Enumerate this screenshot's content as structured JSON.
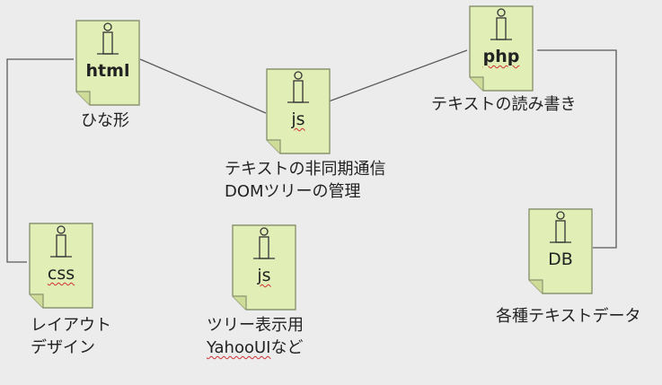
{
  "nodes": {
    "html": {
      "label": "html",
      "caption": [
        "ひな形"
      ]
    },
    "css": {
      "label": "css",
      "caption": [
        "レイアウト",
        "デザイン"
      ]
    },
    "js_main": {
      "label": "js",
      "caption": [
        "テキストの非同期通信",
        "DOMツリーの管理"
      ]
    },
    "js_ui": {
      "label": "js",
      "caption_line1": "ツリー表示用",
      "caption_line2_a": "YahooUI",
      "caption_line2_b": "など"
    },
    "php": {
      "label": "php",
      "caption": [
        "テキストの読み書き"
      ]
    },
    "db": {
      "label": "DB",
      "caption": [
        "各種テキストデータ"
      ]
    }
  },
  "colors": {
    "page_fill": "#e1eeb6",
    "page_stroke": "#8a9470",
    "connector": "#5a5a5a",
    "spellcheck": "#d03030"
  }
}
